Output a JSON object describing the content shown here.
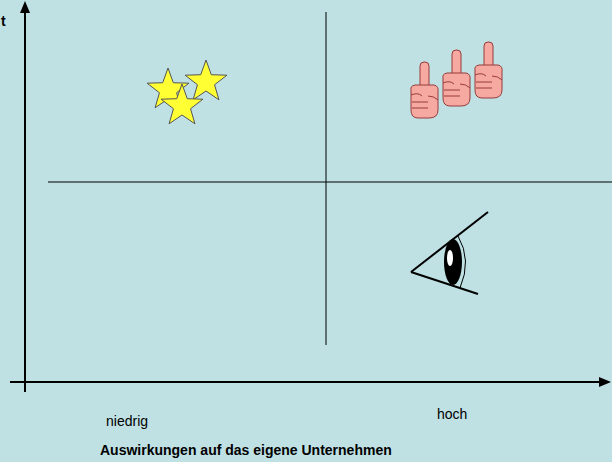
{
  "diagram": {
    "labels": [
      "t",
      "niedrig",
      "hoch",
      "Auswirkungen auf das eigene Unternehmen"
    ]
  }
}
